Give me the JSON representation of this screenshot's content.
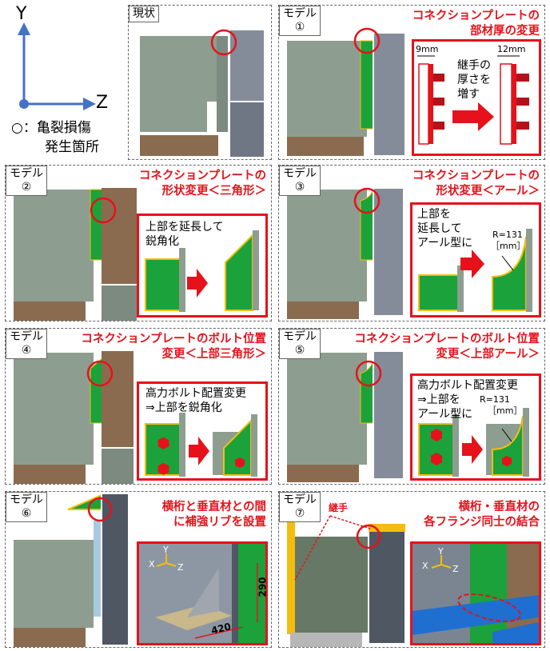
{
  "axes": {
    "y": "Y",
    "z": "Z",
    "legend_l1": "○：亀裂損傷",
    "legend_l2": "発生箇所"
  },
  "colors": {
    "plate": "#8d9e90",
    "gusset": "#7c8a80",
    "web": "#858c99",
    "beam": "#4f5763",
    "brown": "#8b6b4f",
    "green": "#1ba23a",
    "yellow": "#f3bd0f",
    "red": "#e5121b"
  },
  "panels": {
    "current": {
      "label": "現状"
    },
    "m1": {
      "label_l1": "モデル",
      "label_l2": "①",
      "title_l1": "コネクションプレートの",
      "title_l2": "部材厚の変更",
      "dim_left": "9mm",
      "dim_right": "12mm",
      "note_l1": "継手の",
      "note_l2": "厚さを",
      "note_l3": "増す"
    },
    "m2": {
      "label_l1": "モデル",
      "label_l2": "②",
      "title_l1": "コネクションプレートの",
      "title_l2": "形状変更＜三角形＞",
      "note_l1": "上部を延長して",
      "note_l2": "鋭角化"
    },
    "m3": {
      "label_l1": "モデル",
      "label_l2": "③",
      "title_l1": "コネクションプレートの",
      "title_l2": "形状変更＜アール＞",
      "note_l1": "上部を",
      "note_l2": "延長して",
      "note_l3": "アール型に",
      "r_l1": "R=131",
      "r_l2": "［mm］"
    },
    "m4": {
      "label_l1": "モデル",
      "label_l2": "④",
      "title_l1": "コネクションプレートのボルト位置",
      "title_l2": "変更＜上部三角形＞",
      "note_l1": "高力ボルト配置変更",
      "note_l2": "⇒上部を鋭角化"
    },
    "m5": {
      "label_l1": "モデル",
      "label_l2": "⑤",
      "title_l1": "コネクションプレートのボルト位置",
      "title_l2": "変更＜上部アール＞",
      "note_l1": "高力ボルト配置変更",
      "note_l2": "⇒上部を",
      "note_l3": "アール型に",
      "r_l1": "R=131",
      "r_l2": "［mm］"
    },
    "m6": {
      "label_l1": "モデル",
      "label_l2": "⑥",
      "title_l1": "横桁と垂直材との間",
      "title_l2": "に補強リブを設置",
      "ax_x": "X",
      "ax_y": "Y",
      "ax_z": "Z",
      "dim_v": "290",
      "dim_h": "420"
    },
    "m7": {
      "label_l1": "モデル",
      "label_l2": "⑦",
      "title_l1": "横桁・垂直材の",
      "title_l2": "各フランジ同士の結合",
      "joint": "継手",
      "ax_x": "X",
      "ax_y": "Y",
      "ax_z": "Z"
    }
  }
}
